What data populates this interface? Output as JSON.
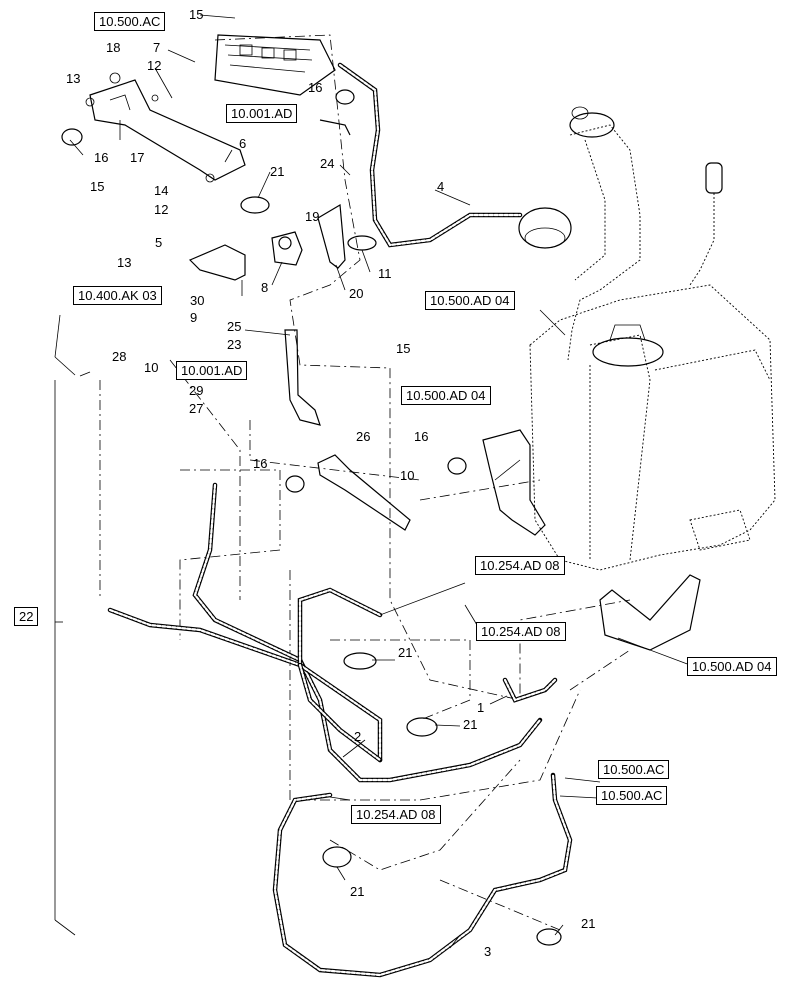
{
  "diagram": {
    "callouts": [
      {
        "id": "c15a",
        "text": "15"
      },
      {
        "id": "c18",
        "text": "18"
      },
      {
        "id": "c7",
        "text": "7"
      },
      {
        "id": "c13a",
        "text": "13"
      },
      {
        "id": "c12a",
        "text": "12"
      },
      {
        "id": "c16a",
        "text": "16"
      },
      {
        "id": "c16b",
        "text": "16"
      },
      {
        "id": "c17",
        "text": "17"
      },
      {
        "id": "c6",
        "text": "6"
      },
      {
        "id": "c21a",
        "text": "21"
      },
      {
        "id": "c24",
        "text": "24"
      },
      {
        "id": "c15b",
        "text": "15"
      },
      {
        "id": "c14",
        "text": "14"
      },
      {
        "id": "c12b",
        "text": "12"
      },
      {
        "id": "c4",
        "text": "4"
      },
      {
        "id": "c19",
        "text": "19"
      },
      {
        "id": "c5",
        "text": "5"
      },
      {
        "id": "c11",
        "text": "11"
      },
      {
        "id": "c13b",
        "text": "13"
      },
      {
        "id": "c8",
        "text": "8"
      },
      {
        "id": "c20",
        "text": "20"
      },
      {
        "id": "c30",
        "text": "30"
      },
      {
        "id": "c9",
        "text": "9"
      },
      {
        "id": "c25",
        "text": "25"
      },
      {
        "id": "c15c",
        "text": "15"
      },
      {
        "id": "c23",
        "text": "23"
      },
      {
        "id": "c10a",
        "text": "10"
      },
      {
        "id": "c28",
        "text": "28"
      },
      {
        "id": "c29",
        "text": "29"
      },
      {
        "id": "c27",
        "text": "27"
      },
      {
        "id": "c26",
        "text": "26"
      },
      {
        "id": "c16c",
        "text": "16"
      },
      {
        "id": "c16d",
        "text": "16"
      },
      {
        "id": "c10b",
        "text": "10"
      },
      {
        "id": "c22",
        "text": "22"
      },
      {
        "id": "c21b",
        "text": "21"
      },
      {
        "id": "c1",
        "text": "1"
      },
      {
        "id": "c21c",
        "text": "21"
      },
      {
        "id": "c2",
        "text": "2"
      },
      {
        "id": "c21d",
        "text": "21"
      },
      {
        "id": "c3",
        "text": "3"
      },
      {
        "id": "c21e",
        "text": "21"
      }
    ],
    "references": [
      {
        "id": "r1",
        "text": "10.500.AC"
      },
      {
        "id": "r2",
        "text": "10.001.AD"
      },
      {
        "id": "r3",
        "text": "10.400.AK 03"
      },
      {
        "id": "r4",
        "text": "10.001.AD"
      },
      {
        "id": "r5",
        "text": "10.500.AD 04"
      },
      {
        "id": "r6",
        "text": "10.500.AD 04"
      },
      {
        "id": "r7",
        "text": "10.254.AD 08"
      },
      {
        "id": "r8",
        "text": "10.254.AD 08"
      },
      {
        "id": "r9",
        "text": "10.500.AD 04"
      },
      {
        "id": "r10",
        "text": "10.500.AC"
      },
      {
        "id": "r11",
        "text": "10.500.AC"
      },
      {
        "id": "r12",
        "text": "10.254.AD 08"
      }
    ]
  }
}
